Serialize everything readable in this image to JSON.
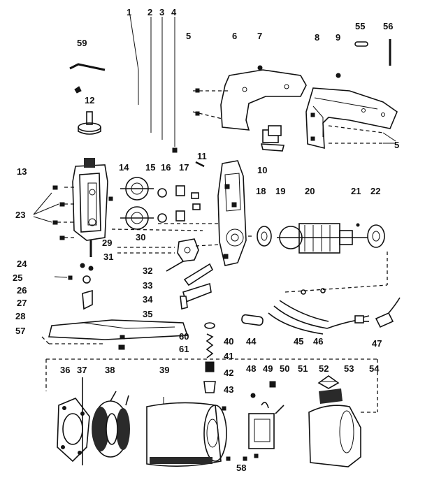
{
  "diagram": {
    "part_labels": [
      "1",
      "2",
      "3",
      "4",
      "5",
      "6",
      "7",
      "8",
      "9",
      "55",
      "56",
      "59",
      "12",
      "11",
      "10",
      "13",
      "14",
      "15",
      "16",
      "17",
      "18",
      "19",
      "20",
      "21",
      "22",
      "23",
      "29",
      "30",
      "31",
      "24",
      "32",
      "25",
      "26",
      "33",
      "27",
      "34",
      "28",
      "35",
      "57",
      "60",
      "61",
      "40",
      "41",
      "44",
      "45",
      "46",
      "47",
      "42",
      "43",
      "48",
      "49",
      "50",
      "51",
      "52",
      "53",
      "54",
      "36",
      "37",
      "38",
      "39",
      "58",
      "5"
    ],
    "ink_color": "#111111",
    "paper_color": "#ffffff"
  }
}
